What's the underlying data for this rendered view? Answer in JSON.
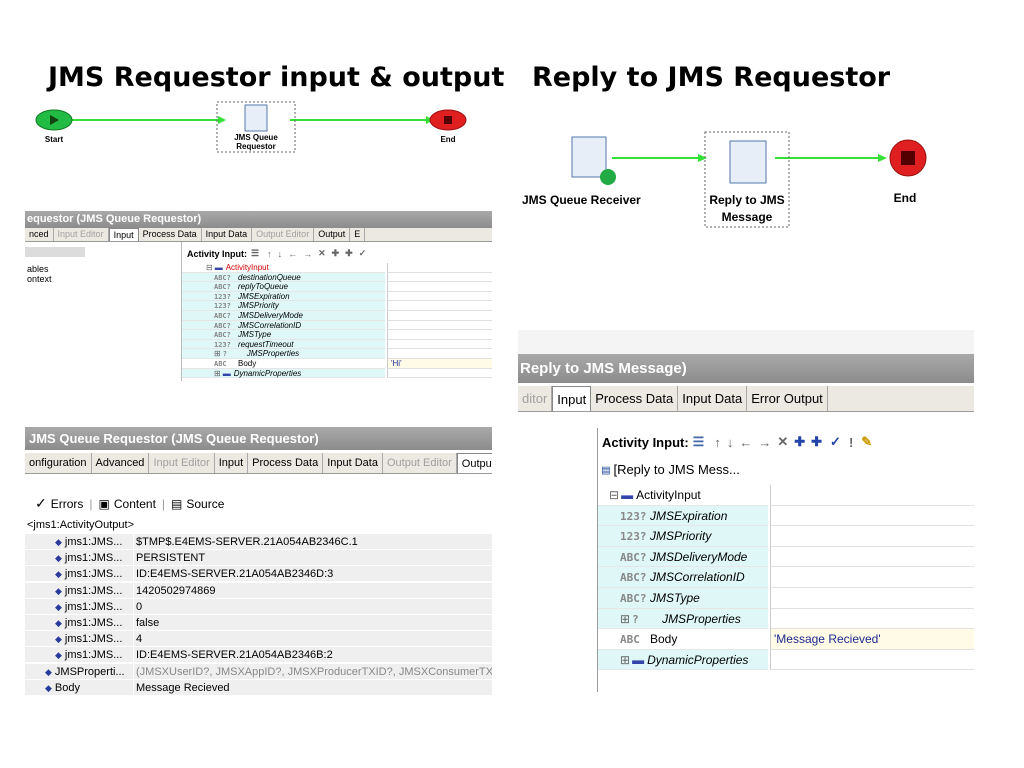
{
  "left_heading": "JMS Requestor input & output",
  "right_heading": "Reply to JMS Requestor",
  "left_flow": {
    "start_label": "Start",
    "node_label_1": "JMS Queue",
    "node_label_2": "Requestor",
    "end_label": "End"
  },
  "right_flow": {
    "receiver_label": "JMS Queue Receiver",
    "reply_label_1": "Reply to JMS",
    "reply_label_2": "Message",
    "end_label": "End"
  },
  "input_panel": {
    "title": "equestor (JMS Queue Requestor)",
    "tabs": [
      "nced",
      "Input Editor",
      "Input",
      "Process Data",
      "Input Data",
      "Output Editor",
      "Output",
      "E"
    ],
    "tree_items": [
      "ables",
      "ontext"
    ],
    "toolbar_label": "Activity Input:",
    "rows": [
      {
        "icon": "",
        "name": "ActivityInput",
        "value": ""
      },
      {
        "icon": "ABC?",
        "name": "destinationQueue",
        "value": ""
      },
      {
        "icon": "ABC?",
        "name": "replyToQueue",
        "value": ""
      },
      {
        "icon": "123?",
        "name": "JMSExpiration",
        "value": ""
      },
      {
        "icon": "123?",
        "name": "JMSPriority",
        "value": ""
      },
      {
        "icon": "ABC?",
        "name": "JMSDeliveryMode",
        "value": ""
      },
      {
        "icon": "ABC?",
        "name": "JMSCorrelationID",
        "value": ""
      },
      {
        "icon": "ABC?",
        "name": "JMSType",
        "value": ""
      },
      {
        "icon": "123?",
        "name": "requestTimeout",
        "value": ""
      },
      {
        "icon": "?",
        "name": "JMSProperties",
        "value": ""
      },
      {
        "icon": "ABC",
        "name": "Body",
        "value": "'Hi'"
      },
      {
        "icon": "",
        "name": "DynamicProperties",
        "value": ""
      }
    ]
  },
  "output_panel": {
    "title": "JMS Queue Requestor (JMS Queue Requestor)",
    "tabs": [
      "onfiguration",
      "Advanced",
      "Input Editor",
      "Input",
      "Process Data",
      "Input Data",
      "Output Editor",
      "Output"
    ],
    "toolbar": {
      "errors": "Errors",
      "content": "Content",
      "source": "Source"
    },
    "root": "<jms1:ActivityOutput>",
    "rows": [
      {
        "name": "jms1:JMS...",
        "value": "$TMP$.E4EMS-SERVER.21A054AB2346C.1"
      },
      {
        "name": "jms1:JMS...",
        "value": "PERSISTENT"
      },
      {
        "name": "jms1:JMS...",
        "value": "ID:E4EMS-SERVER.21A054AB2346D:3"
      },
      {
        "name": "jms1:JMS...",
        "value": "1420502974869"
      },
      {
        "name": "jms1:JMS...",
        "value": "0"
      },
      {
        "name": "jms1:JMS...",
        "value": "false"
      },
      {
        "name": "jms1:JMS...",
        "value": "4"
      },
      {
        "name": "jms1:JMS...",
        "value": "ID:E4EMS-SERVER.21A054AB2346B:2"
      },
      {
        "name": "JMSProperti...",
        "value": "(JMSXUserID?, JMSXAppID?, JMSXProducerTXID?, JMSXConsumerTXID?,"
      },
      {
        "name": "Body",
        "value": "Message Recieved"
      }
    ]
  },
  "reply_panel": {
    "title": "Reply to JMS Message)",
    "tabs": [
      "ditor",
      "Input",
      "Process Data",
      "Input Data",
      "Error Output"
    ],
    "toolbar_label": "Activity Input:",
    "root_label": "[Reply to JMS Mess...",
    "rows": [
      {
        "icon": "",
        "name": "ActivityInput",
        "value": ""
      },
      {
        "icon": "123?",
        "name": "JMSExpiration",
        "value": ""
      },
      {
        "icon": "123?",
        "name": "JMSPriority",
        "value": ""
      },
      {
        "icon": "ABC?",
        "name": "JMSDeliveryMode",
        "value": ""
      },
      {
        "icon": "ABC?",
        "name": "JMSCorrelationID",
        "value": ""
      },
      {
        "icon": "ABC?",
        "name": "JMSType",
        "value": ""
      },
      {
        "icon": "?",
        "name": "JMSProperties",
        "value": ""
      },
      {
        "icon": "ABC",
        "name": "Body",
        "value": "'Message Recieved'"
      },
      {
        "icon": "",
        "name": "DynamicProperties",
        "value": ""
      }
    ]
  }
}
